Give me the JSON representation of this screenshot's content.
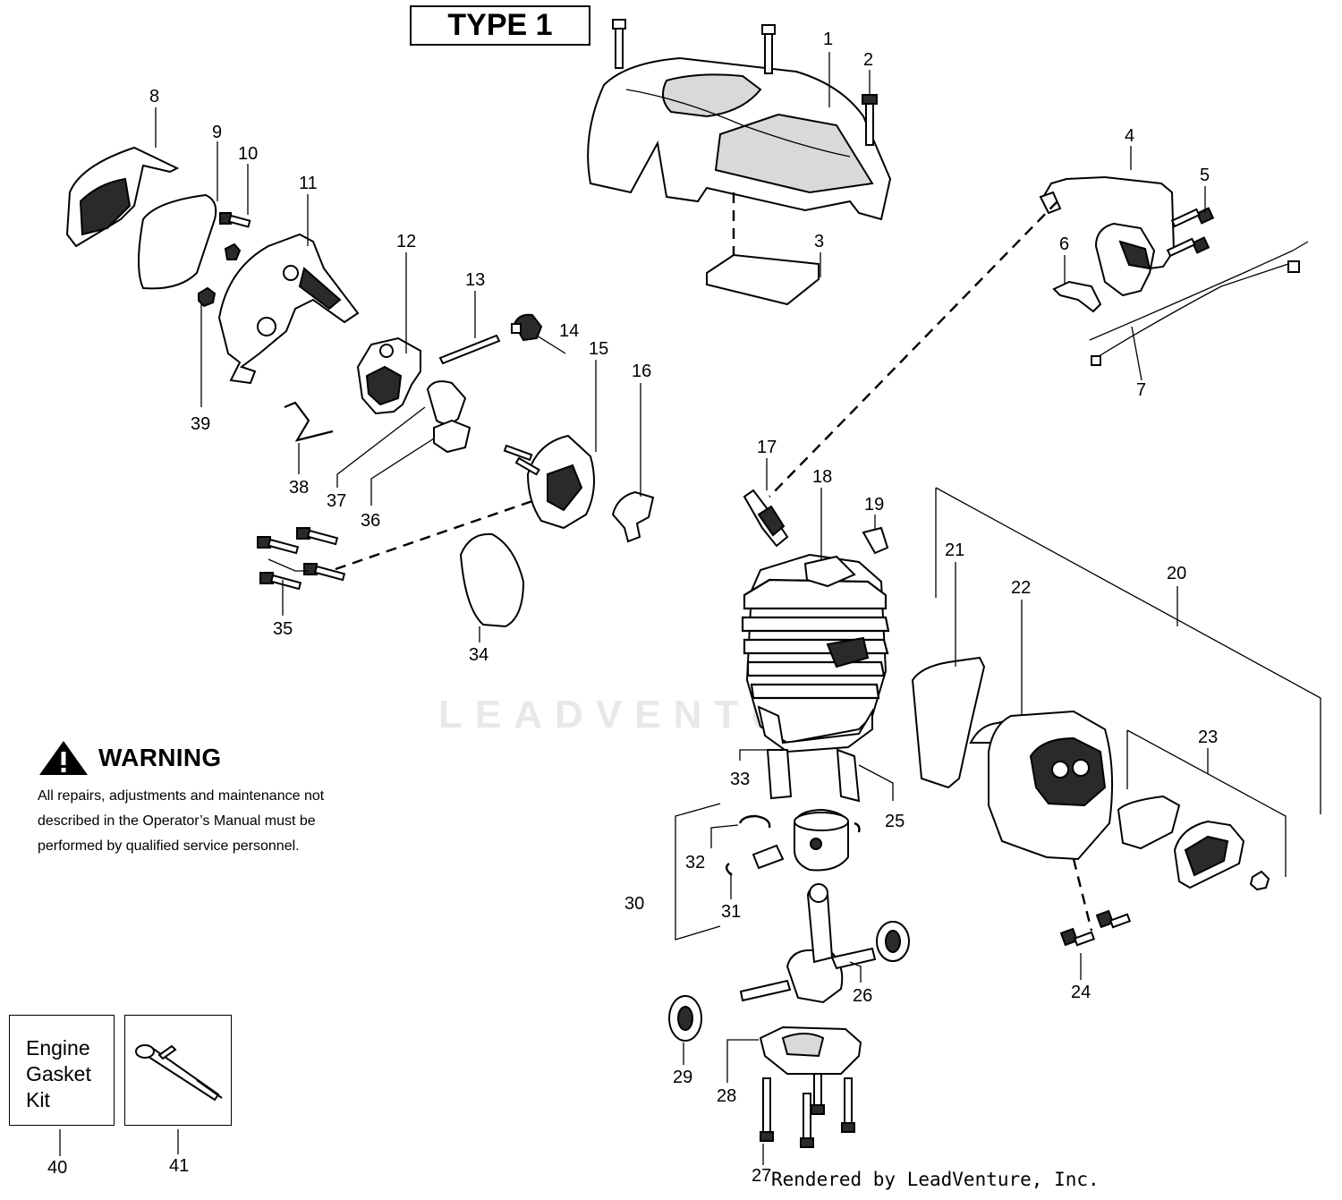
{
  "header": {
    "type_label": "TYPE 1"
  },
  "warning": {
    "title": "WARNING",
    "text": "All repairs, adjustments and maintenance not described in the Operator’s Manual must be performed by qualified  service personnel."
  },
  "kit_box": {
    "label": "Engine Gasket Kit"
  },
  "footer": {
    "credit": "Rendered by LeadVenture, Inc."
  },
  "watermark": {
    "text": "LEADVENTURE"
  },
  "callouts": [
    "1",
    "2",
    "3",
    "4",
    "5",
    "6",
    "7",
    "8",
    "9",
    "10",
    "11",
    "12",
    "13",
    "14",
    "15",
    "16",
    "17",
    "18",
    "19",
    "20",
    "21",
    "22",
    "23",
    "24",
    "25",
    "26",
    "27",
    "28",
    "29",
    "30",
    "31",
    "32",
    "33",
    "34",
    "35",
    "36",
    "37",
    "38",
    "39",
    "40",
    "41"
  ]
}
